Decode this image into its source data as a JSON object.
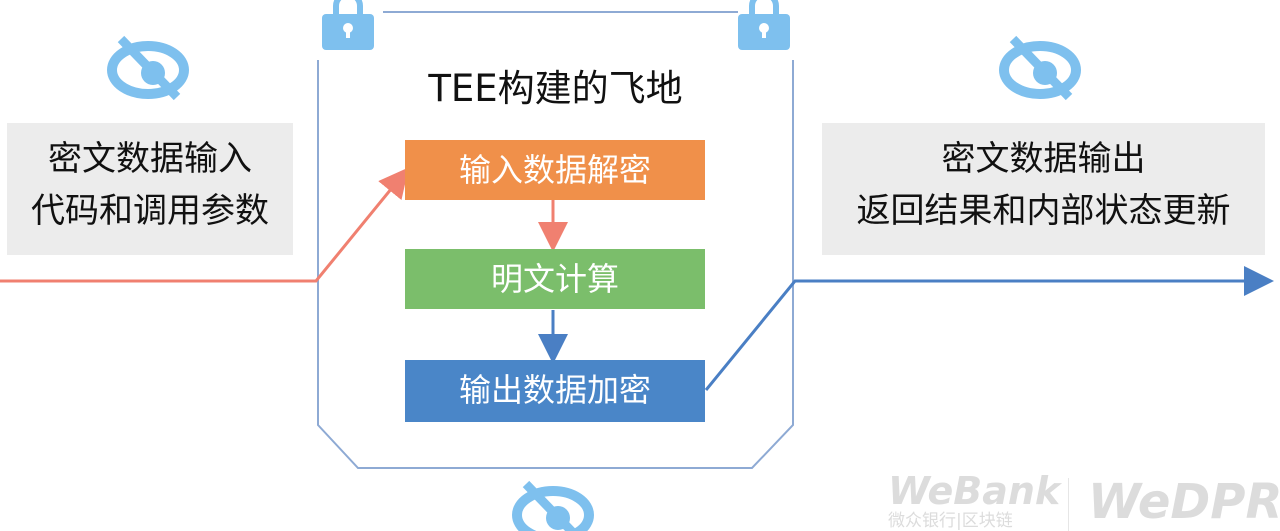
{
  "watermark": {
    "brand": "WeBank",
    "subtitle": "微众银行|区块链"
  },
  "enclave": {
    "title": "TEE构建的飞地"
  },
  "input_box": {
    "line1": "密文数据输入",
    "line2": "代码和调用参数"
  },
  "output_box": {
    "line1": "密文数据输出",
    "line2": "返回结果和内部状态更新"
  },
  "steps": [
    {
      "label": "输入数据解密",
      "color": "#F0904A"
    },
    {
      "label": "明文计算",
      "color": "#7BBE6B"
    },
    {
      "label": "输出数据加密",
      "color": "#4A86C8"
    }
  ],
  "icons": {
    "lock": "lock-icon",
    "hidden": "eye-slash-icon"
  },
  "colors": {
    "input_arrow": "#F08070",
    "output_arrow": "#4A7FC4",
    "enclave_border": "#8EAAD4",
    "icon": "#7EC0EE"
  },
  "footer_logo": {
    "brand": "WeBank",
    "subtitle": "微众银行|区块链",
    "product": "WeDPR"
  }
}
